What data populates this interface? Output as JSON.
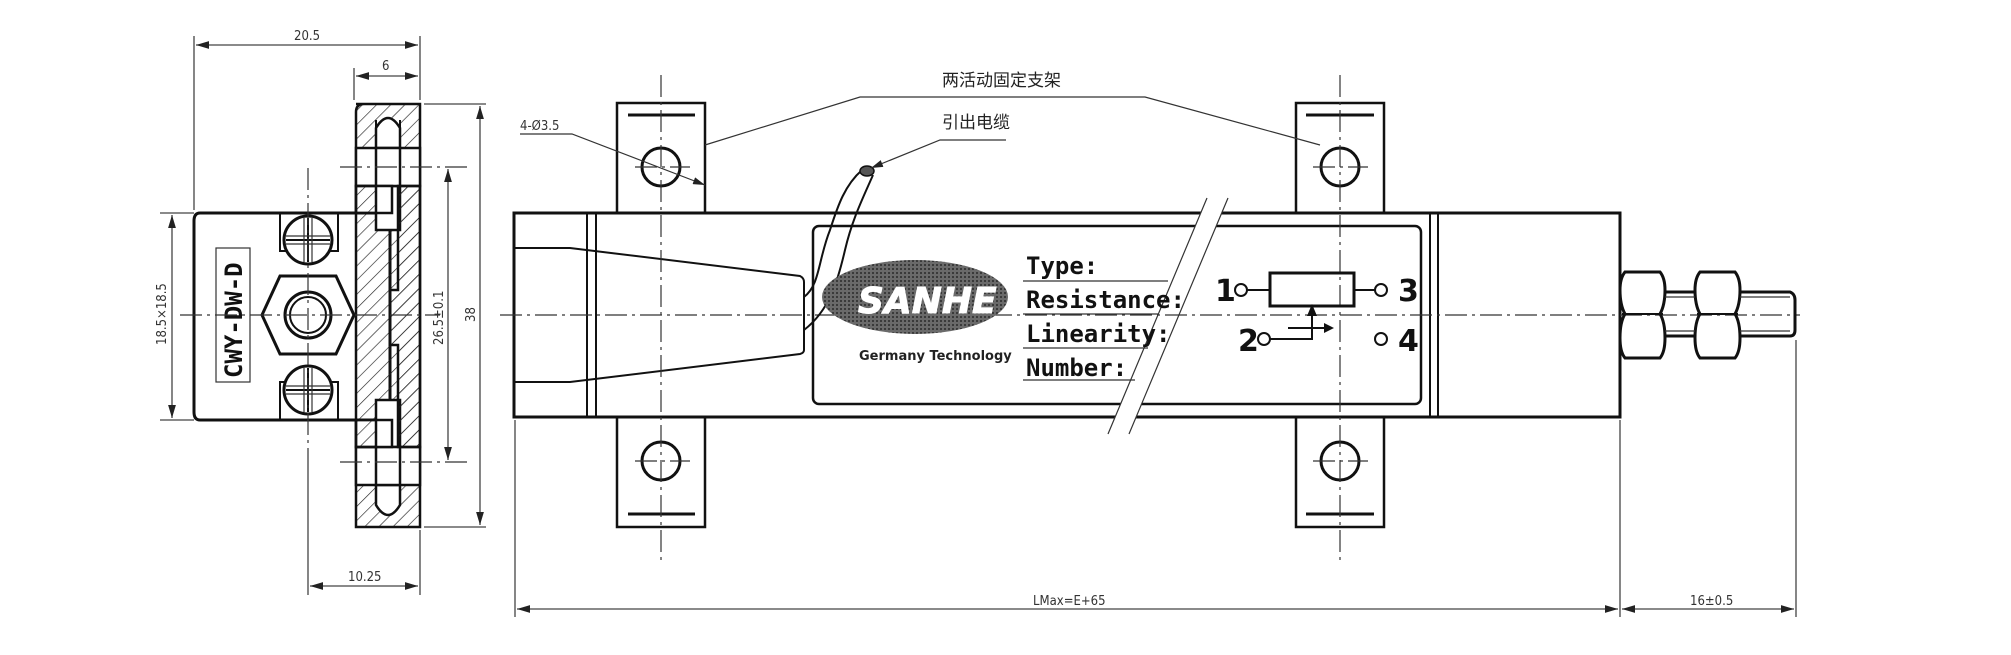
{
  "drawing": {
    "side_view": {
      "dim_width_total": "20.5",
      "dim_bracket_width": "6",
      "dim_body_section": "18.5×18.5",
      "dim_hole_pitch": "26.5±0.1",
      "dim_bracket_height": "38",
      "dim_offset": "10.25",
      "model_label": "CWY-DW-D"
    },
    "front_view": {
      "hole_callout": "4-Ø3.5",
      "note_brackets": "两活动固定支架",
      "note_cable": "引出电缆",
      "dim_length": "LMax=E+65",
      "dim_rod": "16±0.5"
    },
    "nameplate": {
      "brand": "SANHE",
      "tagline": "Germany Technology",
      "fields": [
        "Type:",
        "Resistance:",
        "Linearity:",
        "Number:"
      ],
      "pins": [
        "1",
        "2",
        "3",
        "4"
      ],
      "logo_color": "#555555"
    }
  }
}
